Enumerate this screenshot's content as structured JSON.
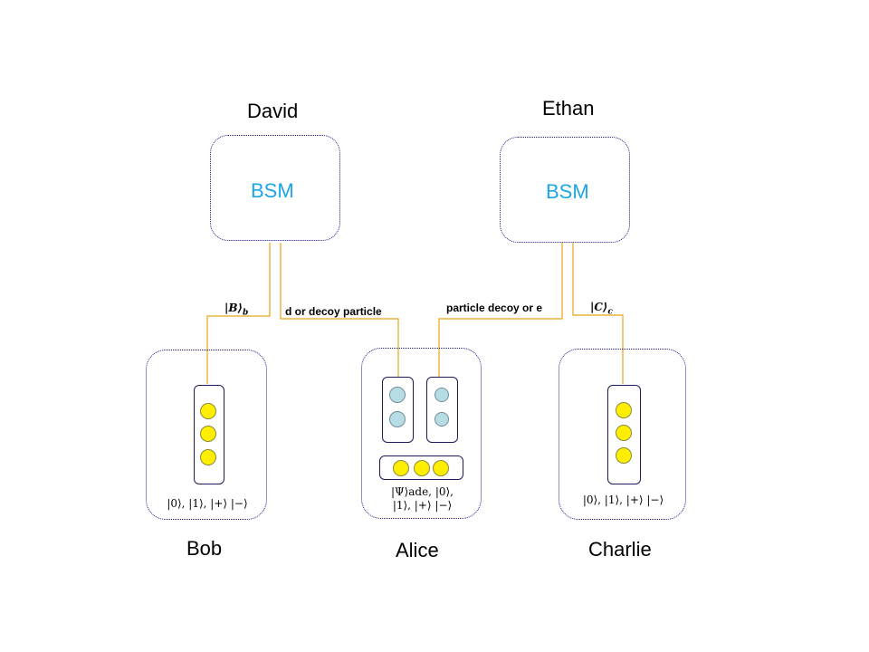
{
  "nodes": {
    "david": "David",
    "ethan": "Ethan",
    "bob": "Bob",
    "alice": "Alice",
    "charlie": "Charlie"
  },
  "bsm": {
    "left": "BSM",
    "right": "BSM"
  },
  "channels": {
    "bob_state": "|B⟩",
    "bob_state_sub": "b",
    "david_alice": "d or decoy particle",
    "alice_ethan": "particle decoy or e",
    "charlie_state": "|C⟩",
    "charlie_state_sub": "c"
  },
  "states": {
    "bob": "|0⟩, |1⟩, |+⟩ |−⟩",
    "alice_line1": "|Ψ⟩ade, |0⟩,",
    "alice_line2": "|1⟩, |+⟩ |−⟩",
    "charlie": "|0⟩, |1⟩, |+⟩ |−⟩"
  },
  "colors": {
    "link": "#e8a317",
    "box_border": "#1a1a8c",
    "bsm_text": "#1ba6e6",
    "qubit_yellow": "#ffee00",
    "qubit_teal": "#b5dde3"
  }
}
